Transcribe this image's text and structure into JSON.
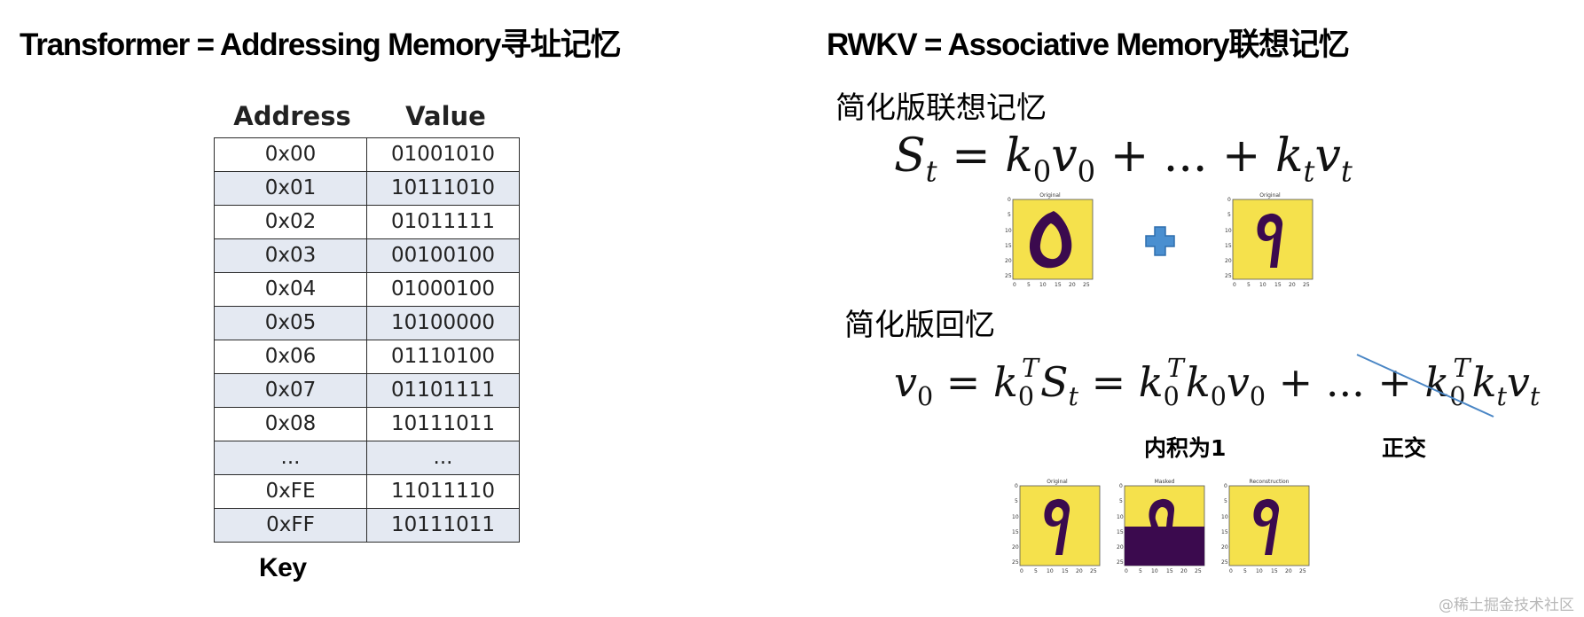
{
  "left": {
    "heading": "Transformer = Addressing Memory寻址记忆",
    "table": {
      "header_address": "Address",
      "header_value": "Value",
      "rows": [
        {
          "address": "0x00",
          "value": "01001010"
        },
        {
          "address": "0x01",
          "value": "10111010"
        },
        {
          "address": "0x02",
          "value": "01011111"
        },
        {
          "address": "0x03",
          "value": "00100100"
        },
        {
          "address": "0x04",
          "value": "01000100"
        },
        {
          "address": "0x05",
          "value": "10100000"
        },
        {
          "address": "0x06",
          "value": "01110100"
        },
        {
          "address": "0x07",
          "value": "01101111"
        },
        {
          "address": "0x08",
          "value": "10111011"
        },
        {
          "address": "...",
          "value": "..."
        },
        {
          "address": "0xFE",
          "value": "11011110"
        },
        {
          "address": "0xFF",
          "value": "10111011"
        }
      ]
    },
    "key_label": "Key"
  },
  "right": {
    "heading": "RWKV = Associative Memory联想记忆",
    "section1": "简化版联想记忆",
    "section2": "简化版回忆",
    "caption_inner": "内积为1",
    "caption_orth": "正交",
    "image_titles": {
      "original": "Original",
      "masked": "Masked",
      "reconstruction": "Reconstruction"
    },
    "colors": {
      "digit_background": "#f5e14c",
      "digit_stroke": "#3b0a4e",
      "plus": "#4a8fd0",
      "strike": "#4a86c5"
    }
  },
  "watermark": "@稀土掘金技术社区"
}
